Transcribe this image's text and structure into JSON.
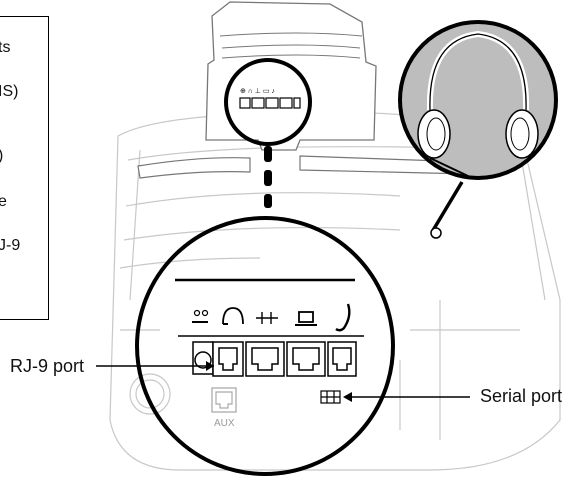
{
  "callout": {
    "lines": [
      "ts",
      "IS)",
      ")",
      "e",
      "J-9"
    ]
  },
  "labels": {
    "rj9": "RJ-9 port",
    "serial": "Serial port",
    "aux": "AUX"
  },
  "icons": [
    "power-icon",
    "headset-icon",
    "network-icon",
    "pc-icon",
    "handset-icon"
  ]
}
